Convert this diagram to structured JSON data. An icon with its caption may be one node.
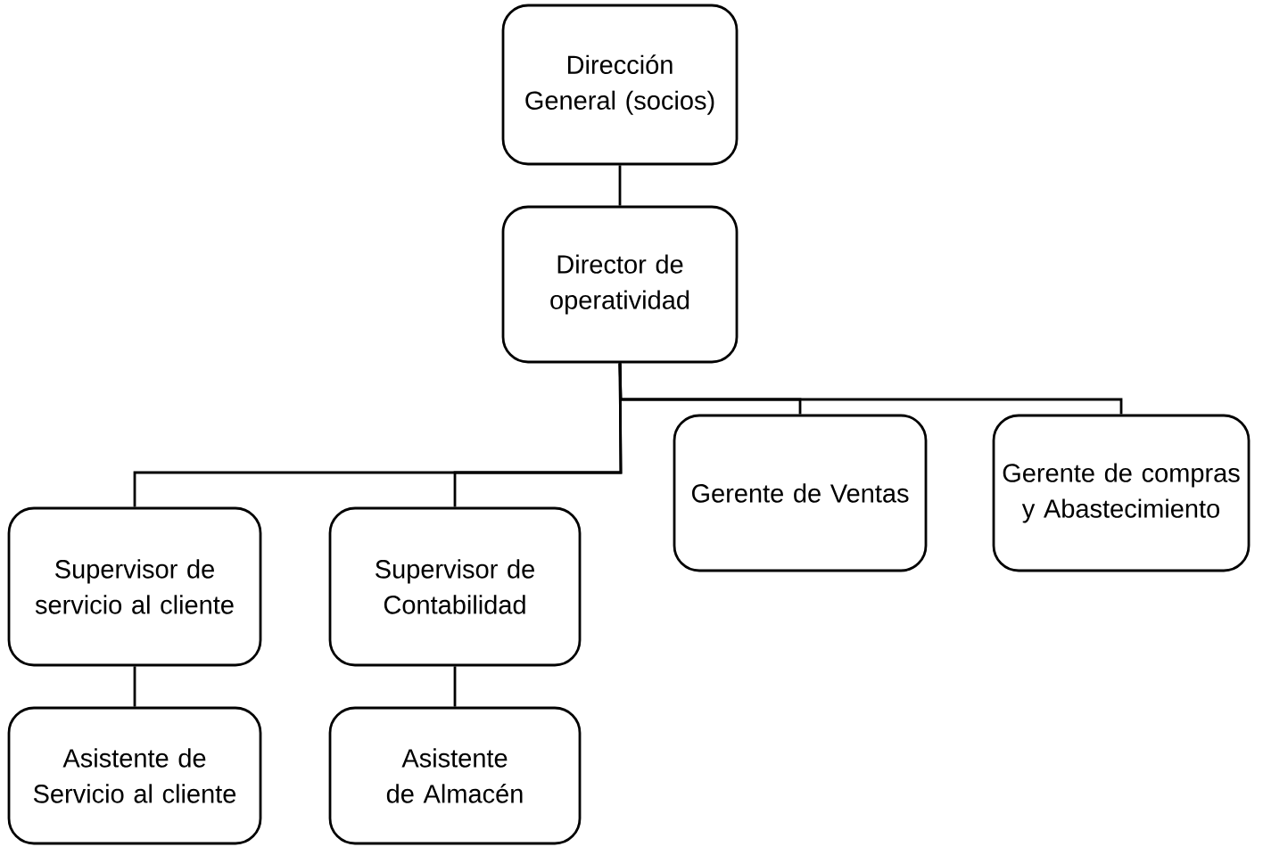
{
  "diagram": {
    "nodes": [
      {
        "text": [
          "Dirección General (socios)"
        ]
      },
      {
        "text": [
          "Director de operatividad"
        ]
      },
      {
        "text": [
          "Supervisor de servicio al cliente"
        ]
      },
      {
        "text": [
          "Supervisor de Contabilidad"
        ]
      },
      {
        "text": [
          "Gerente de Ventas"
        ]
      },
      {
        "text": [
          "Gerente de compras y Abastecimiento"
        ]
      },
      {
        "text": [
          "Asistente de Servicio al cliente"
        ]
      },
      {
        "text": [
          "Asistente de Almacén"
        ]
      }
    ],
    "edges": [
      {
        "from": 0,
        "to": 1,
        "arrow": "none"
      },
      {
        "from": 1,
        "to": 2,
        "arrow": "none"
      },
      {
        "from": 1,
        "to": 3,
        "arrow": "none"
      },
      {
        "from": 1,
        "to": 4,
        "arrow": "none"
      },
      {
        "from": 1,
        "to": 5,
        "arrow": "none"
      },
      {
        "from": 2,
        "to": 6,
        "arrow": "none"
      },
      {
        "from": 3,
        "to": 7,
        "arrow": "none"
      }
    ]
  }
}
